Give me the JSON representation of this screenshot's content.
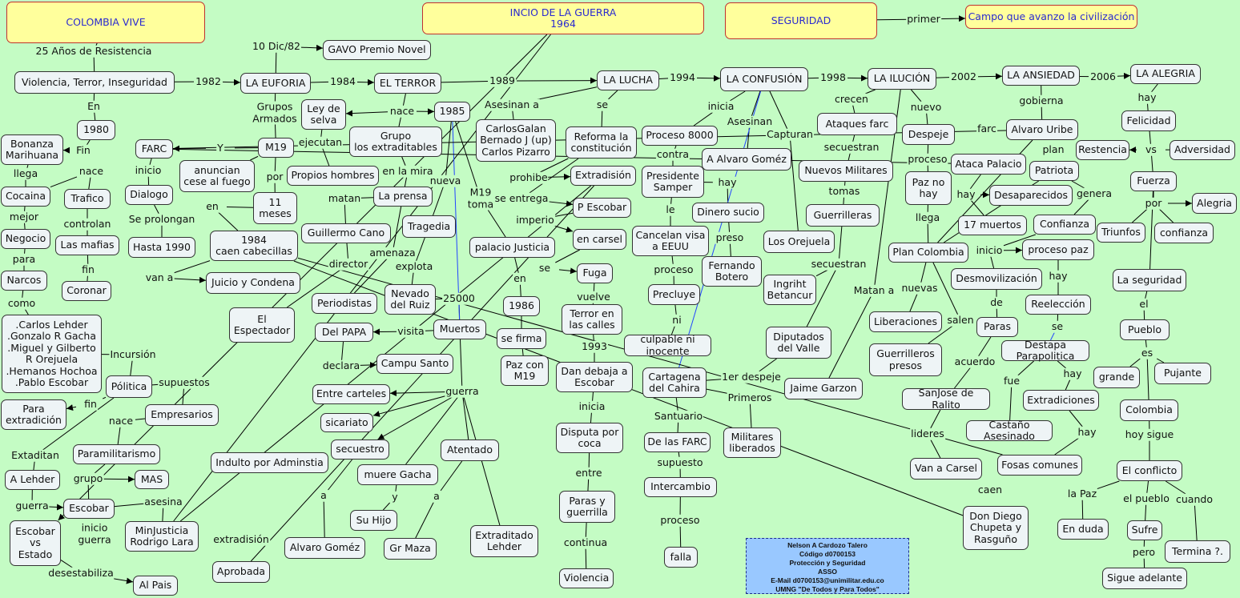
{
  "colors": {
    "background": "#c4fcc4",
    "node": "#eef4f6",
    "title_node": "#ffff9c",
    "title_text": "#2a2ad0",
    "blue_link": "#2244ff"
  },
  "nodes": {
    "colombia_vive": "COLOMBIA VIVE",
    "inicio_guerra": "INCIO DE LA GUERRA\n1964",
    "seguridad": "SEGURIDAD",
    "campo": "Campo que avanzo la civilización",
    "violencia": "Violencia, Terror, Inseguridad",
    "euforia": "LA EUFORIA",
    "gavo": "GAVO Premio Novel",
    "terror": "EL TERROR",
    "lucha": "LA LUCHA",
    "confusion": "LA CONFUSIÓN",
    "ilucion": "LA ILUCIÓN",
    "ansiedad": "LA ANSIEDAD",
    "alegria": "LA ALEGRIA",
    "n1980": "1980",
    "bonanza": "Bonanza\nMarihuana",
    "cocaina": "Cocaina",
    "trafico": "Trafico",
    "negocio": "Negocio",
    "mafias": "Las mafias",
    "narcos": "Narcos",
    "coronar": "Coronar",
    "lista": ".Carlos Lehder\n.Gonzalo R Gacha\n.Miguel y Gilberto\nR Orejuela\n.Hemanos Hochoa\n.Pablo Escobar",
    "politica": "Pólitica",
    "empresarios": "Empresarios",
    "para_extradicion": "Para\nextradición",
    "paramilitarismo": "Paramilitarismo",
    "a_lehder": "A Lehder",
    "mas": "MAS",
    "escobar": "Escobar",
    "escobar_estado": "Escobar\nvs\nEstado",
    "minjusticia": "MinJusticia\nRodrigo Lara",
    "al_pais": "Al Pais",
    "aprobada": "Aprobada",
    "farc": "FARC",
    "m19": "M19",
    "anuncian": "anuncian\ncese al fuego",
    "once_meses": "11\nmeses",
    "dialogo": "Dialogo",
    "hasta1990": "Hasta 1990",
    "caen": "1984\ncaen cabecillas",
    "juicio": "Juicio y Condena",
    "ley_selva": "Ley de\nselva",
    "propios": "Propios hombres",
    "n1985": "1985",
    "extraditables": "Grupo\nlos extraditables",
    "prensa": "La prensa",
    "cano": "Guillermo Cano",
    "tragedia": "Tragedia",
    "periodistas": "Periodistas",
    "espectador": "El\nEspectador",
    "nevado": "Nevado\ndel Ruiz",
    "papa": "Del PAPA",
    "muertos": "Muertos",
    "campu": "Campu Santo",
    "carteles": "Entre carteles",
    "sicariato": "sicariato",
    "secuestro": "secuestro",
    "atentado": "Atentado",
    "indulto": "Indulto por Adminstia",
    "gacha": "muere Gacha",
    "su_hijo": "Su Hijo",
    "alvaro1": "Alvaro Goméz",
    "maza": "Gr Maza",
    "extraditado": "Extraditado\nLehder",
    "palacio": "palacio Justicia",
    "n1986": "1986",
    "se_firma": "se firma",
    "paz_m19": "Paz con\nM19",
    "galan": "CarlosGalan\nBernado J (up)\nCarlos Pizarro",
    "reforma": "Reforma la\nconstitución",
    "extradision": "Extradisión",
    "p_escobar": "P Escobar",
    "carsel": "en carsel",
    "fuga": "Fuga",
    "terror_calles": "Terror en\nlas calles",
    "dan_baja": "Dan debaja a\nEscobar",
    "disputa": "Disputa por\ncoca",
    "paras_guerrilla": "Paras y\nguerrilla",
    "violencia2": "Violencia",
    "proceso8000": "Proceso 8000",
    "alvaro2": "A Alvaro Goméz",
    "samper": "Presidente\nSamper",
    "dinero": "Dinero sucio",
    "visa": "Cancelan visa\na EEUU",
    "botero": "Fernando\nBotero",
    "precluye": "Precluye",
    "culpable": "culpable ni inocente",
    "orejuela": "Los Orejuela",
    "ingrid": "Ingriht\nBetancur",
    "diputados": "Diputados\ndel Valle",
    "cartagena": "Cartagena\ndel Cahira",
    "de_farc": "De las FARC",
    "militares": "Militares\nliberados",
    "intercambio": "Intercambio",
    "falla": "falla",
    "ataques": "Ataques farc",
    "nuevos_militares": "Nuevos Militares",
    "guerrilleras": "Guerrilleras",
    "garzon": "Jaime Garzon",
    "despeje": "Despeje",
    "paz_no": "Paz no\nhay",
    "plan": "Plan Colombia",
    "liberaciones": "Liberaciones",
    "guerrilleros": "Guerrilleros\npresos",
    "uribe": "Alvaro Uribe",
    "ataca": "Ataca Palacio",
    "patriota": "Patriota",
    "desaparecidos": "Desaparecidos",
    "muertos17": "17 muertos",
    "confianza": "Confianza",
    "proceso_paz": "proceso paz",
    "desmovilizacion": "Desmovilización",
    "reeleccion": "Reelección",
    "paras": "Paras",
    "parapolitica": "Destapa Parapolitica",
    "ralito": "SanJose de Ralito",
    "extradiciones": "Extradiciones",
    "castano": "Castaño Asesinado",
    "van_carsel": "Van a Carsel",
    "fosas": "Fosas comunes",
    "don_diego": "Don Diego\nChupeta y\nRasguño",
    "felicidad": "Felicidad",
    "restencia": "Restencia",
    "adversidad": "Adversidad",
    "fuerza": "Fuerza",
    "alegria2": "Alegria",
    "triunfos": "Triunfos",
    "confianza2": "confianza",
    "la_seguridad": "La seguridad",
    "pueblo": "Pueblo",
    "grande": "grande",
    "pujante": "Pujante",
    "colombia": "Colombia",
    "conflicto": "El conflicto",
    "en_duda": "En duda",
    "sufre": "Sufre",
    "sigue": "Sigue adelante",
    "termina": "Termina ?."
  },
  "links": {
    "primer": "primer",
    "anos": "25 Años de Resistencia",
    "dic82": "10 Dic/82",
    "y1982": "1982",
    "y1984": "1984",
    "y1989": "1989",
    "y1994": "1994",
    "y1998": "1998",
    "y2002": "2002",
    "y2006": "2006",
    "en": "En",
    "fin1": "Fin",
    "llega": "llega",
    "nace1": "nace",
    "mejor": "mejor",
    "controlan": "controlan",
    "para": "para",
    "fin2": "fin",
    "como": "como",
    "incursion": "Incursión",
    "supuestos": "supuestos",
    "fin3": "fin",
    "nace2": "nace",
    "extaditan": "Extaditan",
    "grupo": "grupo",
    "guerra1": "guerra",
    "asesina": "asesina",
    "inicio_guerra": "inicio\nguerra",
    "extradision": "extradisión",
    "desestabiliza": "desestabiliza",
    "grupos_armados": "Grupos\nArmados",
    "y": "Y",
    "inicio1": "inicio",
    "por1": "por",
    "prolongan": "Se prolongan",
    "en2": "en",
    "van_a": "van a",
    "ejecutan": "ejecutan",
    "nace3": "nace",
    "en_mira": "en la mira",
    "nueva": "nueva",
    "matan": "matan",
    "director": "director",
    "amenaza": "amenaza",
    "explota": "explota",
    "n25000": "25000",
    "visita": "visita",
    "declara": "declara",
    "guerra2": "guerra",
    "y2": "y",
    "a1": "a",
    "a2": "a",
    "m19toma": "M19\ntoma",
    "en3": "en",
    "asesinan_a": "Asesinan a",
    "se1": "se",
    "prohibe": "prohibe",
    "se_entrega": "se entrega",
    "imperio": "imperio",
    "se2": "se",
    "vuelve": "vuelve",
    "y1993": "1993",
    "inicia1": "inicia",
    "entre": "entre",
    "continua": "continua",
    "inicia2": "inicia",
    "asesinan": "Asesinan",
    "capturan": "Capturan",
    "contra": "contra",
    "hay1": "hay",
    "le": "le",
    "preso": "preso",
    "proceso1": "proceso",
    "ni": "ni",
    "despeje1": "1er despeje",
    "primeros": "Primeros",
    "santuario": "Santuario",
    "supuesto": "supuesto",
    "proceso2": "proceso",
    "crecen": "crecen",
    "secuestran1": "secuestran",
    "tomas": "tomas",
    "secuestran2": "secuestran",
    "matan_a": "Matan a",
    "nuevo": "nuevo",
    "proceso3": "proceso",
    "llega2": "llega",
    "nuevas": "nuevas",
    "salen": "salen",
    "gobierna": "gobierna",
    "farc": "farc",
    "plan": "plan",
    "hay2": "hay",
    "genera": "genera",
    "inicio2": "inicio",
    "hay3": "hay",
    "de": "de",
    "se3": "se",
    "acuerdo": "acuerdo",
    "fue": "fue",
    "hay4": "hay",
    "lideres": "lideres",
    "hay5": "hay",
    "caen": "caen",
    "hay6": "hay",
    "vs": "vs",
    "por2": "por",
    "el": "el",
    "es": "es",
    "hoy_sigue": "hoy sigue",
    "la_paz": "la Paz",
    "el_pueblo": "el pueblo",
    "cuando": "cuando",
    "pero": "pero"
  },
  "author": [
    "Nelson A Cardozo Talero",
    "Código d0700153",
    "Protección y Seguridad",
    "ASSO",
    "E-Mail d0700153@unimilitar.edu.co",
    "UMNG \"De Todos y Para Todos\""
  ]
}
